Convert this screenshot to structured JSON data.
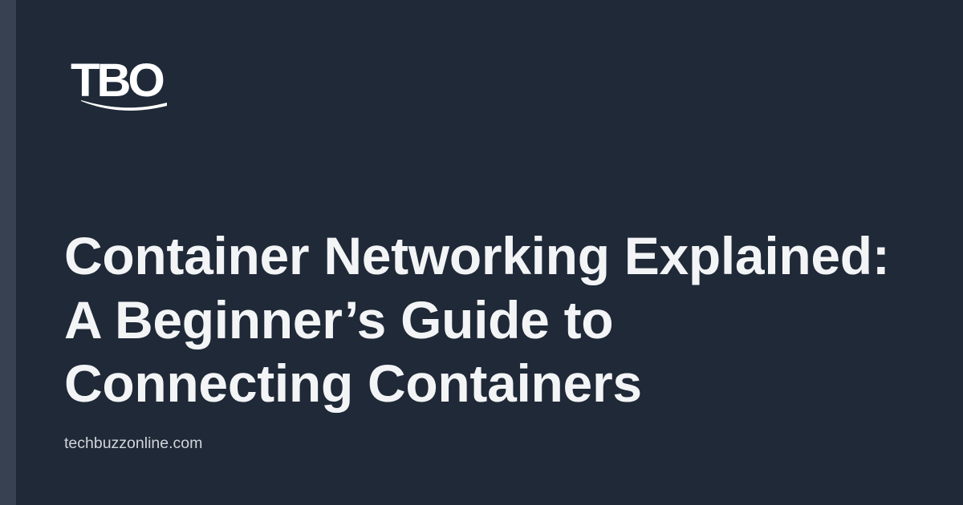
{
  "brand": {
    "logo_text": "TBO",
    "logo_icon": "swoosh-underline-icon"
  },
  "article": {
    "title_lines": [
      "Container Networking Explained:",
      "A Beginner’s Guide to",
      "Connecting Containers"
    ],
    "title": "Container Networking Explained: A Beginner’s Guide to Connecting Containers"
  },
  "footer": {
    "domain": "techbuzzonline.com"
  },
  "colors": {
    "background": "#1f2937",
    "side_stripe": "#374151",
    "title_text": "#f3f4f6",
    "domain_text": "#d1d5db",
    "logo": "#ffffff"
  }
}
